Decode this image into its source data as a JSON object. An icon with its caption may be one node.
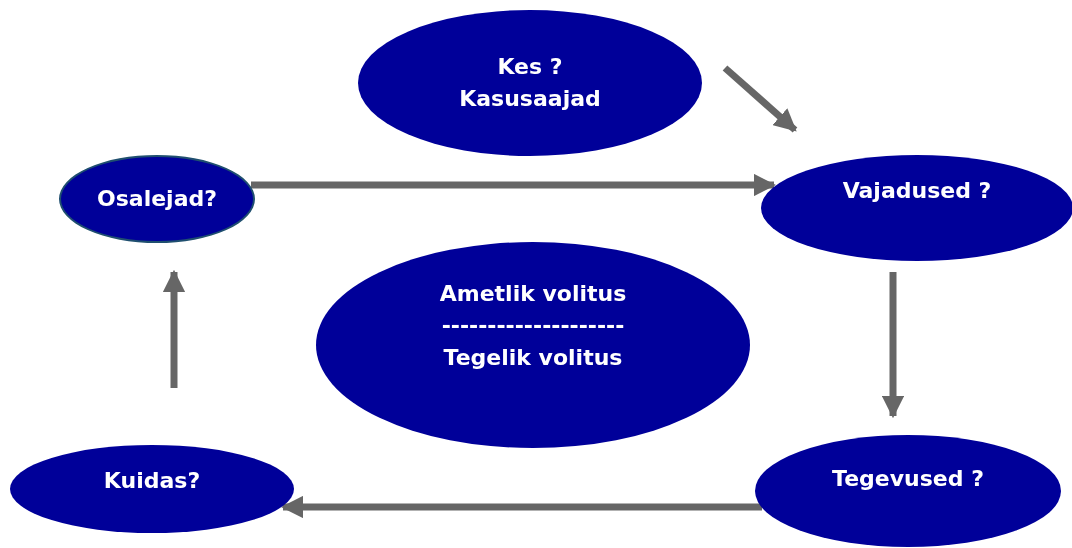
{
  "diagram": {
    "nodes": [
      {
        "text": [
          "Kes ? Kasusaajad"
        ]
      },
      {
        "text": [
          "Osalejad?"
        ]
      },
      {
        "text": [
          "Vajadused ?"
        ]
      },
      {
        "text": [
          "Ametlik volitus",
          "--------------------",
          "Tegelik volitus"
        ]
      },
      {
        "text": [
          "Kuidas?"
        ]
      },
      {
        "text": [
          "Tegevused ?"
        ]
      }
    ],
    "edges": [
      {
        "from": 0,
        "to": 2,
        "arrow": "to"
      },
      {
        "from": 1,
        "to": 2,
        "arrow": "to"
      },
      {
        "from": 2,
        "to": 5,
        "arrow": "to"
      },
      {
        "from": 5,
        "to": 4,
        "arrow": "to"
      },
      {
        "from": 4,
        "to": 1,
        "arrow": "to"
      }
    ]
  }
}
